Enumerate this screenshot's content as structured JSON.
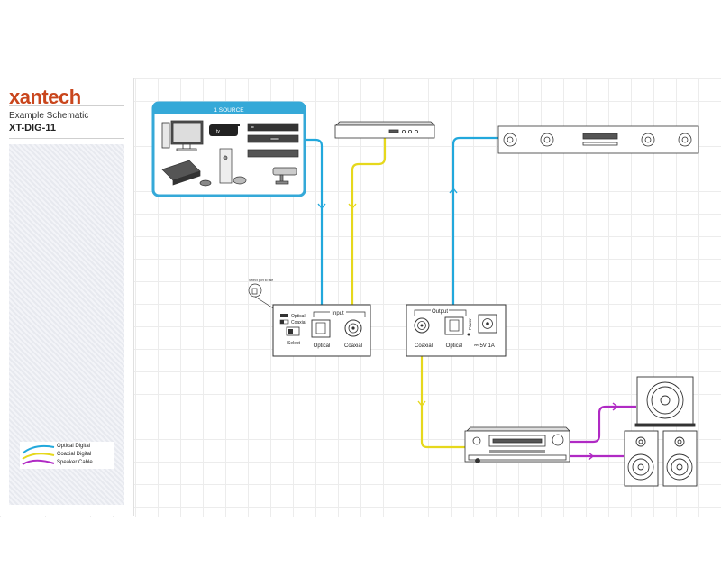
{
  "header": {
    "brand": "xantech",
    "subtitle": "Example Schematic",
    "model": "XT-DIG-11"
  },
  "legend": [
    {
      "label": "Optical Digital",
      "color": "#22a8dc"
    },
    {
      "label": "Coaxial Digital",
      "color": "#e6d81c"
    },
    {
      "label": "Speaker Cable",
      "color": "#b02ac4"
    }
  ],
  "source_panel": {
    "title": "1 SOURCE",
    "color": "#35a9d8"
  },
  "converter_input": {
    "group_label": "Input",
    "port_optical": "Optical",
    "port_coaxial": "Coaxial",
    "switch_option_optical": "Optical",
    "switch_option_coaxial": "Coaxial",
    "switch_label": "Select"
  },
  "converter_output": {
    "group_label": "Output",
    "port_coaxial": "Coaxial",
    "port_optical": "Optical",
    "power_indicator": "Power",
    "power_label": "5V 1A"
  },
  "colors": {
    "optical": "#22a8dc",
    "coaxial": "#e6d81c",
    "speaker": "#b02ac4",
    "brand": "#c9461d"
  }
}
